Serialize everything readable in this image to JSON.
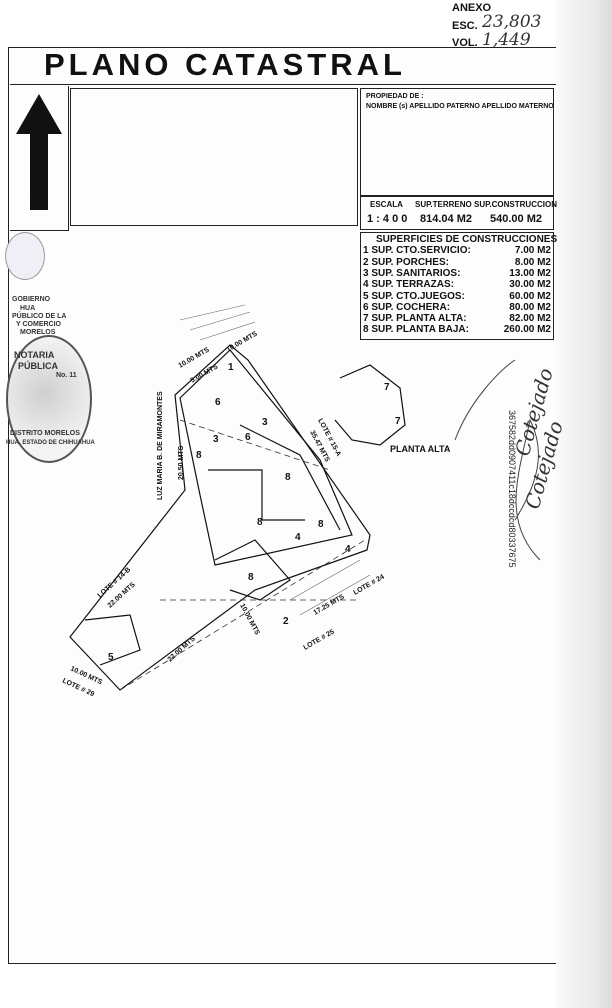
{
  "header": {
    "anexo_label": "ANEXO",
    "esc_label": "ESC.",
    "esc_value": "23,803",
    "vol_label": "VOL.",
    "vol_value": "1,449"
  },
  "title": "PLANO CATASTRAL",
  "north_label": "NORTE",
  "owner": {
    "label": "PROPIEDAD DE :",
    "name_label": "NOMBRE (s) APELLIDO PATERNO APELLIDO MATERNO"
  },
  "scale": {
    "escala_label": "ESCALA",
    "escala_value": "1 : 4 0 0",
    "terreno_label": "SUP.TERRENO",
    "terreno_value": "814.04 M2",
    "construccion_label": "SUP.CONSTRUCCION",
    "construccion_value": "540.00 M2"
  },
  "superficies": {
    "title": "SUPERFICIES DE CONSTRUCCIONES",
    "rows": [
      {
        "name": "1 SUP. CTO.SERVICIO:",
        "value": "7.00 M2"
      },
      {
        "name": "2 SUP. PORCHES:",
        "value": "8.00 M2"
      },
      {
        "name": "3 SUP. SANITARIOS:",
        "value": "13.00 M2"
      },
      {
        "name": "4 SUP. TERRAZAS:",
        "value": "30.00 M2"
      },
      {
        "name": "5 SUP. CTO.JUEGOS:",
        "value": "60.00 M2"
      },
      {
        "name": "6 SUP. COCHERA:",
        "value": "80.00 M2"
      },
      {
        "name": "7 SUP. PLANTA ALTA:",
        "value": "82.00 M2"
      },
      {
        "name": "8 SUP. PLANTA BAJA:",
        "value": "260.00 M2"
      }
    ]
  },
  "seal": {
    "top_text": "GOBIERNO",
    "line2": "HUA",
    "line3": "PÚBLICO DE LA",
    "line4": "Y COMERCIO",
    "line5": "MORELOS",
    "main_text": "NOTARIA",
    "main_sub": "PÚBLICA",
    "main_num": "No. 11",
    "bottom_text": "DISTRITO MORELOS",
    "bottom_sub": "HUA, ESTADO DE CHIHUAHUA"
  },
  "plan": {
    "planta_alta": "PLANTA ALTA",
    "colindante_oeste": "LUZ MARIA B. DE MIRAMONTES",
    "lote_14b": "LOTE # 14-B",
    "lote_15a": "LOTE # 15-A",
    "lote_24": "LOTE # 24",
    "lote_25": "LOTE # 25",
    "lote_29": "LOTE # 29",
    "m_2050": "20.50 MTS",
    "m_3547": "35.47 MTS",
    "m_2200a": "22.00 MTS",
    "m_2200b": "22.00 MTS",
    "m_1000a": "10.00 MTS",
    "m_1000b": "10.00 MTS",
    "m_1725": "17.25 MTS",
    "m_top1": "10.00 MTS",
    "m_top2": "5.00 MTS",
    "m_top3": "10.00 MTS",
    "room_labels": [
      "1",
      "2",
      "3",
      "4",
      "5",
      "6",
      "7",
      "8"
    ]
  },
  "verification_code": "367582dd0907411c18dccdcd80337675",
  "signature_text": "Cotejado"
}
